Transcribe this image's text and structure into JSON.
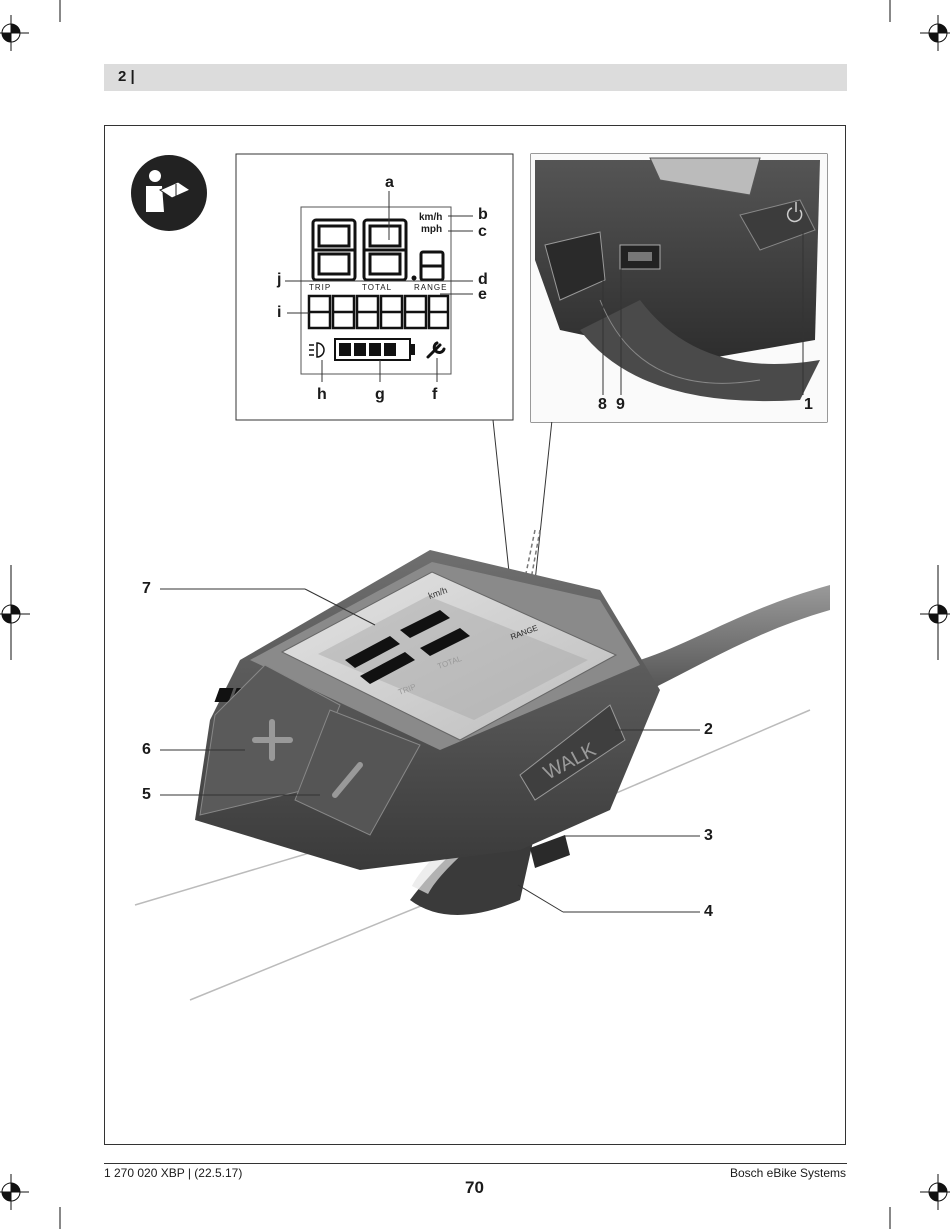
{
  "header": {
    "page_marker": "2 |"
  },
  "figure": {
    "display_labels": {
      "a": "a",
      "b": "b",
      "c": "c",
      "d": "d",
      "e": "e",
      "f": "f",
      "g": "g",
      "h": "h",
      "i": "i",
      "j": "j"
    },
    "lcd": {
      "speed_digits": "88",
      "decimal_digit": "8",
      "unit_kmh": "km/h",
      "unit_mph": "mph",
      "label_trip": "TRIP",
      "label_total": "TOTAL",
      "label_range": "RANGE",
      "odometer": "888888"
    },
    "part_labels": {
      "n1": "1",
      "n2": "2",
      "n3": "3",
      "n4": "4",
      "n5": "5",
      "n6": "6",
      "n7": "7",
      "n8": "8",
      "n9": "9"
    },
    "walk_button_text": "WALK",
    "device_unit": "km/h",
    "device_range": "RANGE",
    "device_trip": "TRIP",
    "device_total": "TOTAL"
  },
  "footer": {
    "doc_id": "1 270 020 XBP | (22.5.17)",
    "page_number": "70",
    "company": "Bosch eBike Systems"
  }
}
